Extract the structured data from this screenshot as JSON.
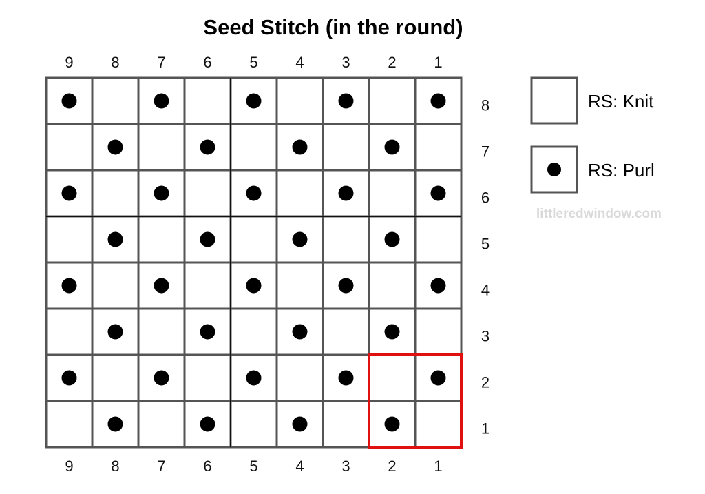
{
  "title": "Seed Stitch (in the round)",
  "chart": {
    "columns": [
      9,
      8,
      7,
      6,
      5,
      4,
      3,
      2,
      1
    ],
    "rows": [
      8,
      7,
      6,
      5,
      4,
      3,
      2,
      1
    ],
    "purl_cells": [
      [
        1,
        0,
        1,
        0,
        1,
        0,
        1,
        0,
        1
      ],
      [
        0,
        1,
        0,
        1,
        0,
        1,
        0,
        1,
        0
      ],
      [
        1,
        0,
        1,
        0,
        1,
        0,
        1,
        0,
        1
      ],
      [
        0,
        1,
        0,
        1,
        0,
        1,
        0,
        1,
        0
      ],
      [
        1,
        0,
        1,
        0,
        1,
        0,
        1,
        0,
        1
      ],
      [
        0,
        1,
        0,
        1,
        0,
        1,
        0,
        1,
        0
      ],
      [
        1,
        0,
        1,
        0,
        1,
        0,
        1,
        0,
        1
      ],
      [
        0,
        1,
        0,
        1,
        0,
        1,
        0,
        1,
        0
      ]
    ],
    "repeat": {
      "columns": [
        2,
        1
      ],
      "rows": [
        2,
        1
      ]
    },
    "repeat_color": "#e01010",
    "grid_color": "#555555",
    "divider_color": "#111111",
    "dot_color": "#000000"
  },
  "legend": [
    {
      "symbol": "empty-square",
      "label": "RS: Knit"
    },
    {
      "symbol": "dot-square",
      "label": "RS: Purl"
    }
  ],
  "watermark": "littleredwindow.com"
}
